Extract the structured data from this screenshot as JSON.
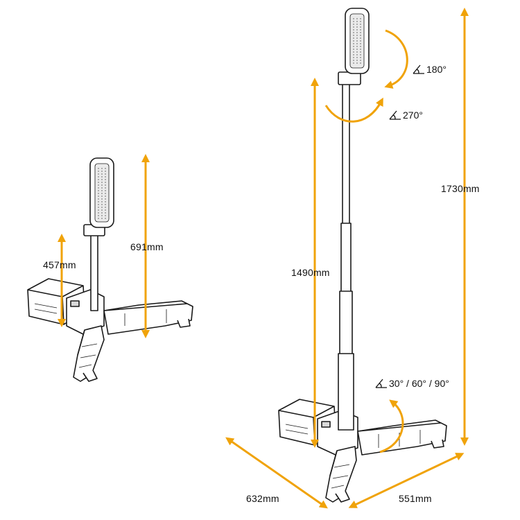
{
  "colors": {
    "accent": "#F0A30A",
    "outline": "#1a1a1a",
    "fill": "#ffffff",
    "shade": "#d9d9d9"
  },
  "dimensions": {
    "folded_height": "457mm",
    "compact_height": "691mm",
    "mast_height": "1490mm",
    "total_height": "1730mm",
    "depth": "632mm",
    "width": "551mm"
  },
  "angles": {
    "head_tilt": "180°",
    "head_rotation": "270°",
    "leg_angles": "30° / 60° / 90°"
  },
  "icons": {
    "angle": "angle-icon",
    "arrow": "arrowhead-icon"
  }
}
